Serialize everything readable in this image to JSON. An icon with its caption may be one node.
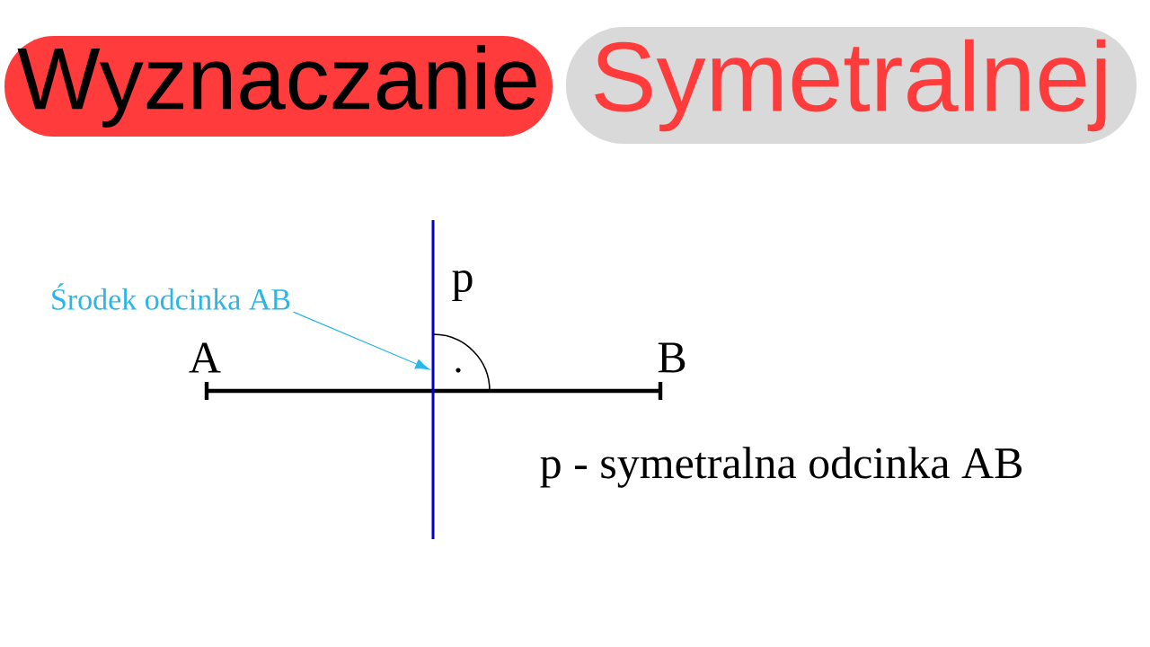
{
  "diagram": {
    "nodes": [
      {
        "text": [
          "Wyznaczanie"
        ]
      },
      {
        "text": [
          "Symetralnej"
        ]
      },
      {
        "text": [
          "Środek odcinka AB"
        ]
      },
      {
        "text": [],
        "shape": "line"
      }
    ],
    "edges": [
      {
        "from": 2,
        "to": 3,
        "arrow": "to"
      }
    ],
    "labels": [
      "p",
      "A",
      "B",
      "p - symetralna odcinka AB"
    ]
  }
}
